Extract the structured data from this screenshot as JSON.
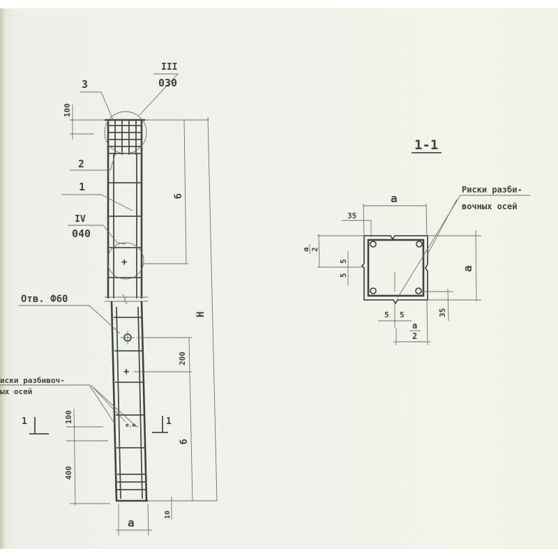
{
  "drawing": {
    "background_color": "#f1f2ec",
    "ink_color": "#3d423d",
    "elevation": {
      "labels": {
        "callout_3": "3",
        "callout_2": "2",
        "callout_1": "1",
        "node_III_roman": "III",
        "node_III_sheet": "030",
        "node_IV_roman": "IV",
        "node_IV_sheet": "040",
        "hole_label": "Отв. Ф60",
        "marks_label_line1": "иски разбивоч-",
        "marks_label_line2": "ых осей",
        "section_mark_left": "1",
        "section_mark_right": "1"
      },
      "dimensions": {
        "top_offset": "100",
        "upper_b": "б",
        "total_height": "H",
        "hole_spacing": "200",
        "lower_b": "б",
        "marks_offset": "100",
        "base_zone": "400",
        "bottom_gap": "10",
        "width_a": "a"
      }
    },
    "section": {
      "title": "1-1",
      "marks_label_line1": "Риски разби-",
      "marks_label_line2": "вочных осей",
      "dimensions": {
        "width_top": "a",
        "height_right": "a",
        "cover_top": "35",
        "cover_bottom": "35",
        "half_left_num": "a",
        "half_left_den": "2",
        "notch_left_1": "5",
        "notch_left_2": "5",
        "notch_bottom_1": "5",
        "notch_bottom_2": "5",
        "half_bottom_num": "a",
        "half_bottom_den": "2"
      }
    }
  }
}
